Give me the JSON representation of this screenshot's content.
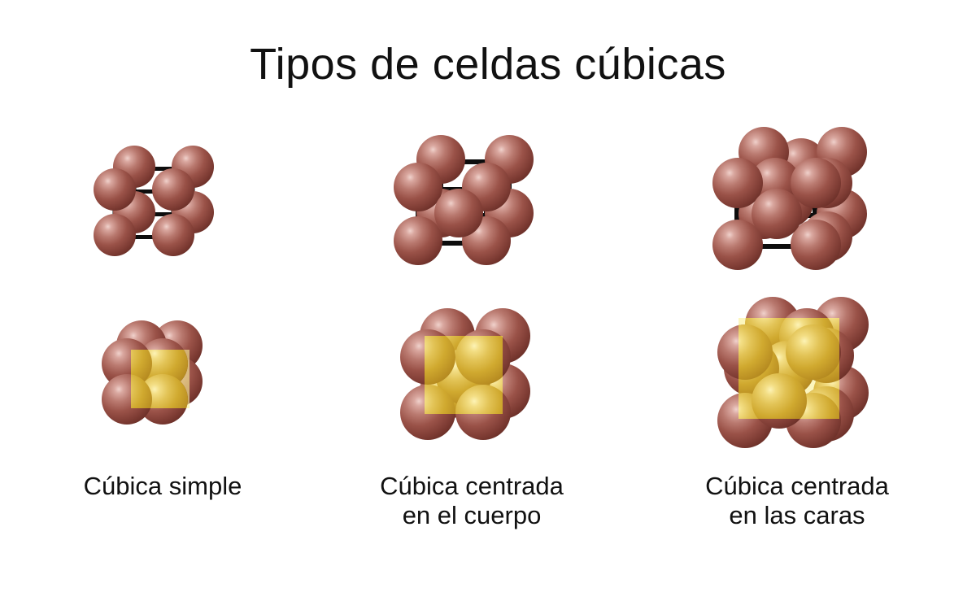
{
  "title": "Tipos de celdas cúbicas",
  "background_color": "#ffffff",
  "text_color": "#111111",
  "palette": {
    "atom_highlight": "#f0d2cc",
    "atom_mid": "#9a5248",
    "atom_edge": "#4a1d18",
    "atom_gold_highlight": "#fdf3b6",
    "atom_gold_mid": "#d0a92f",
    "atom_gold_edge": "#957014",
    "bond_color": "#0d0d0d",
    "unit_cell_yellow": "#fdf8c9"
  },
  "columns": [
    {
      "id": "simple",
      "label_line1": "Cúbica simple",
      "label_line2": "",
      "atom_count_wireframe": 8,
      "atom_count_packed": 8,
      "description": "Simple cubic: atoms only at the eight cube corners"
    },
    {
      "id": "body-centered",
      "label_line1": "Cúbica centrada",
      "label_line2": "en el cuerpo",
      "atom_count_wireframe": 9,
      "atom_count_packed": 9,
      "description": "Body-centered cubic: eight corner atoms plus one atom at the cube center"
    },
    {
      "id": "face-centered",
      "label_line1": "Cúbica centrada",
      "label_line2": "en las caras",
      "atom_count_wireframe": 14,
      "atom_count_packed": 14,
      "description": "Face-centered cubic: eight corner atoms plus one atom at the center of each of the six faces"
    }
  ]
}
